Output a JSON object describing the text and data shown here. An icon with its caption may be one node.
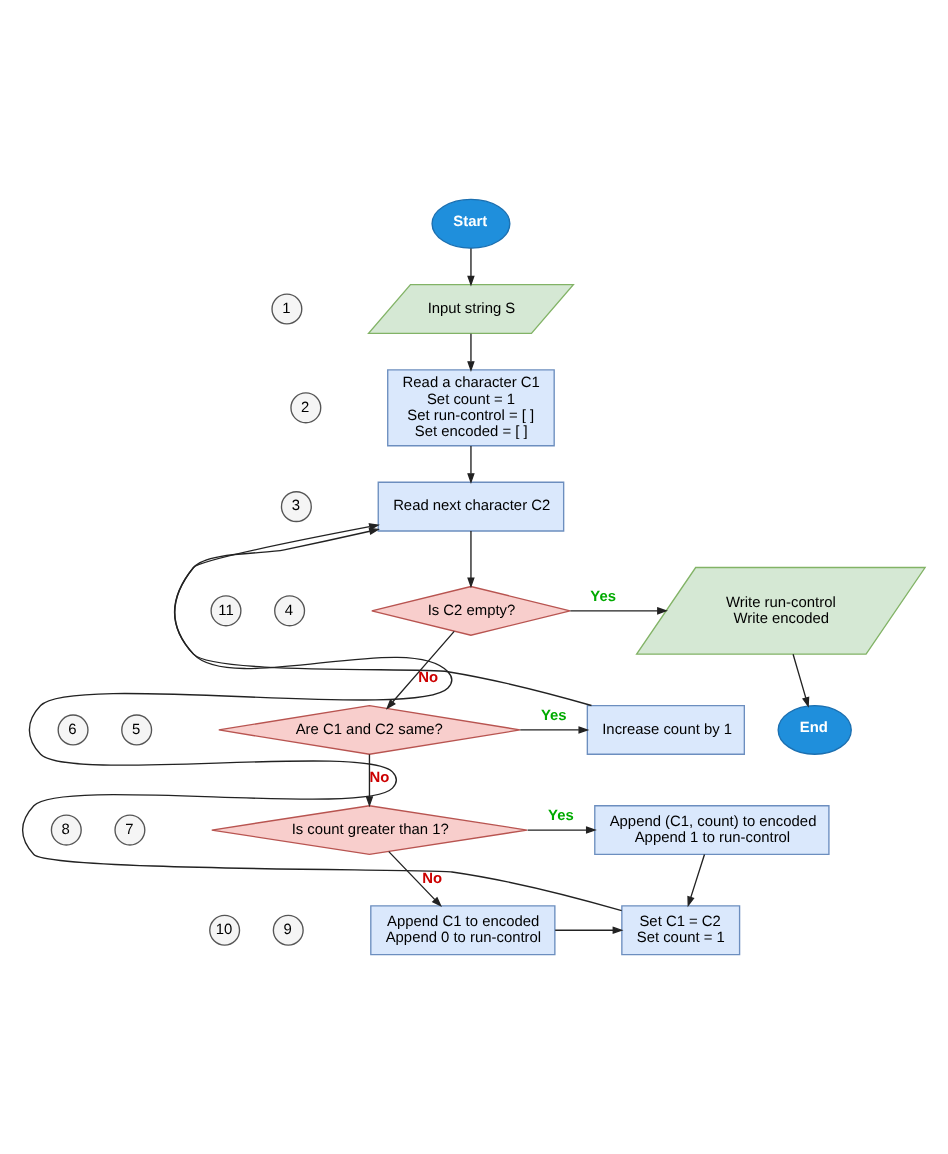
{
  "diagram": {
    "nodes": [
      {
        "text": [
          "Start"
        ]
      },
      {
        "text": [
          "1"
        ]
      },
      {
        "text": [
          "Input string S"
        ]
      },
      {
        "text": [
          "2"
        ]
      },
      {
        "text": [
          "Read a character C1",
          "Set count = 1",
          "Set run-control = [ ]",
          "Set encoded = [ ]"
        ]
      },
      {
        "text": [
          "3"
        ]
      },
      {
        "text": [
          "Read next character C2"
        ]
      },
      {
        "text": [
          "4"
        ]
      },
      {
        "text": [
          "Is C2 empty?"
        ]
      },
      {
        "text": [
          "11"
        ]
      },
      {
        "text": [
          "Write run-control",
          "Write encoded"
        ]
      },
      {
        "text": [
          "End"
        ]
      },
      {
        "text": [
          "5"
        ]
      },
      {
        "text": [
          "Are C1 and C2 same?"
        ]
      },
      {
        "text": [
          "6"
        ]
      },
      {
        "text": [
          "Increase count by 1"
        ]
      },
      {
        "text": [
          "7"
        ]
      },
      {
        "text": [
          "Is count greater than 1?"
        ]
      },
      {
        "text": [
          "8"
        ]
      },
      {
        "text": [
          "Append (C1, count) to encoded",
          "Append 1 to run-control"
        ]
      },
      {
        "text": [
          "9"
        ]
      },
      {
        "text": [
          "Append C1 to encoded",
          "Append 0 to run-control"
        ]
      },
      {
        "text": [
          "10"
        ]
      },
      {
        "text": [
          "Set C1 = C2",
          "Set count = 1"
        ]
      }
    ],
    "edges": [
      {
        "from": 0,
        "to": 2,
        "arrow": "to"
      },
      {
        "from": 2,
        "to": 4,
        "arrow": "to"
      },
      {
        "from": 4,
        "to": 6,
        "arrow": "to"
      },
      {
        "from": 6,
        "to": 8,
        "arrow": "to"
      },
      {
        "from": 8,
        "to": 10,
        "arrow": "to",
        "label": "Yes"
      },
      {
        "from": 10,
        "to": 11,
        "arrow": "to"
      },
      {
        "from": 8,
        "to": 13,
        "arrow": "to",
        "label": "No"
      },
      {
        "from": 13,
        "to": 15,
        "arrow": "to",
        "label": "Yes"
      },
      {
        "from": 15,
        "to": 6,
        "arrow": "to"
      },
      {
        "from": 13,
        "to": 17,
        "arrow": "to",
        "label": "No"
      },
      {
        "from": 17,
        "to": 19,
        "arrow": "to",
        "label": "Yes"
      },
      {
        "from": 17,
        "to": 21,
        "arrow": "to",
        "label": "No"
      },
      {
        "from": 19,
        "to": 23,
        "arrow": "to"
      },
      {
        "from": 21,
        "to": 23,
        "arrow": "to"
      },
      {
        "from": 23,
        "to": 6,
        "arrow": "to"
      }
    ]
  }
}
